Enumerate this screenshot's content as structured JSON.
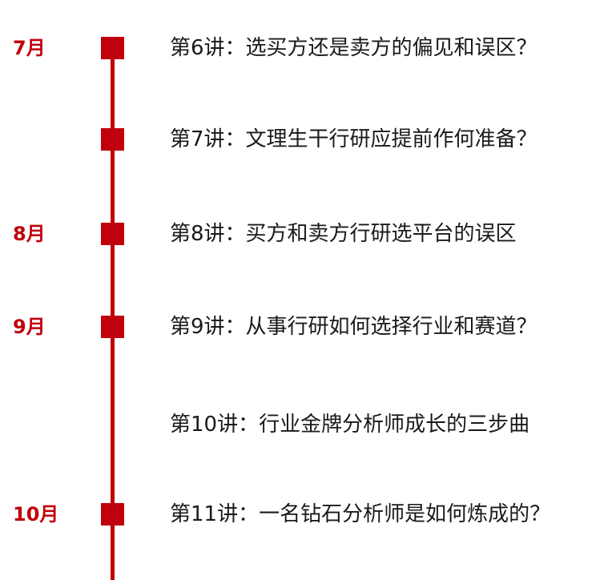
{
  "accent_color": "#c0000b",
  "timeline": [
    {
      "month": "7月",
      "lecture": "第6讲：选买方还是卖方的偏见和误区？"
    },
    {
      "month": "",
      "lecture": "第7讲：文理生干行研应提前作何准备？"
    },
    {
      "month": "8月",
      "lecture": "第8讲：买方和卖方行研选平台的误区"
    },
    {
      "month": "9月",
      "lecture": "第9讲：从事行研如何选择行业和赛道？"
    },
    {
      "month": "",
      "lecture": "第10讲：行业金牌分析师成长的三步曲"
    },
    {
      "month": "10月",
      "lecture": "第11讲：一名钻石分析师是如何炼成的？"
    }
  ]
}
